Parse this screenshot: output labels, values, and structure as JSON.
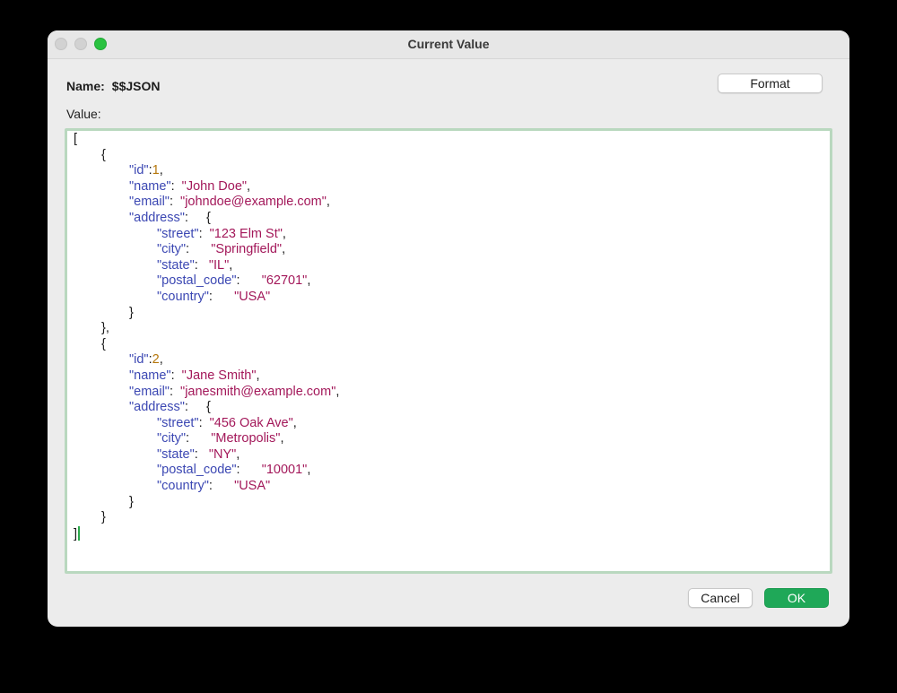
{
  "window": {
    "title": "Current Value"
  },
  "name_field": {
    "label": "Name:",
    "value": "$$JSON"
  },
  "format_label": "Format",
  "value_label": "Value:",
  "editor": {
    "lines": [
      {
        "indent": 0,
        "tokens": [
          {
            "t": "p",
            "v": "["
          }
        ]
      },
      {
        "indent": 1,
        "tokens": [
          {
            "t": "p",
            "v": "{"
          }
        ]
      },
      {
        "indent": 2,
        "tokens": [
          {
            "t": "k",
            "v": "\"id\""
          },
          {
            "t": "p",
            "v": ":"
          },
          {
            "t": "n",
            "v": "1"
          },
          {
            "t": "p",
            "v": ","
          }
        ]
      },
      {
        "indent": 2,
        "tokens": [
          {
            "t": "k",
            "v": "\"name\""
          },
          {
            "t": "p",
            "v": ":  "
          },
          {
            "t": "s",
            "v": "\"John Doe\""
          },
          {
            "t": "p",
            "v": ","
          }
        ]
      },
      {
        "indent": 2,
        "tokens": [
          {
            "t": "k",
            "v": "\"email\""
          },
          {
            "t": "p",
            "v": ":  "
          },
          {
            "t": "s",
            "v": "\"johndoe@example.com\""
          },
          {
            "t": "p",
            "v": ","
          }
        ]
      },
      {
        "indent": 2,
        "tokens": [
          {
            "t": "k",
            "v": "\"address\""
          },
          {
            "t": "p",
            "v": ":     {"
          }
        ]
      },
      {
        "indent": 3,
        "tokens": [
          {
            "t": "k",
            "v": "\"street\""
          },
          {
            "t": "p",
            "v": ":  "
          },
          {
            "t": "s",
            "v": "\"123 Elm St\""
          },
          {
            "t": "p",
            "v": ","
          }
        ]
      },
      {
        "indent": 3,
        "tokens": [
          {
            "t": "k",
            "v": "\"city\""
          },
          {
            "t": "p",
            "v": ":      "
          },
          {
            "t": "s",
            "v": "\"Springfield\""
          },
          {
            "t": "p",
            "v": ","
          }
        ]
      },
      {
        "indent": 3,
        "tokens": [
          {
            "t": "k",
            "v": "\"state\""
          },
          {
            "t": "p",
            "v": ":   "
          },
          {
            "t": "s",
            "v": "\"IL\""
          },
          {
            "t": "p",
            "v": ","
          }
        ]
      },
      {
        "indent": 3,
        "tokens": [
          {
            "t": "k",
            "v": "\"postal_code\""
          },
          {
            "t": "p",
            "v": ":      "
          },
          {
            "t": "s",
            "v": "\"62701\""
          },
          {
            "t": "p",
            "v": ","
          }
        ]
      },
      {
        "indent": 3,
        "tokens": [
          {
            "t": "k",
            "v": "\"country\""
          },
          {
            "t": "p",
            "v": ":      "
          },
          {
            "t": "s",
            "v": "\"USA\""
          }
        ]
      },
      {
        "indent": 2,
        "tokens": [
          {
            "t": "p",
            "v": "}"
          }
        ]
      },
      {
        "indent": 1,
        "tokens": [
          {
            "t": "p",
            "v": "},"
          }
        ]
      },
      {
        "indent": 1,
        "tokens": [
          {
            "t": "p",
            "v": "{"
          }
        ]
      },
      {
        "indent": 2,
        "tokens": [
          {
            "t": "k",
            "v": "\"id\""
          },
          {
            "t": "p",
            "v": ":"
          },
          {
            "t": "n",
            "v": "2"
          },
          {
            "t": "p",
            "v": ","
          }
        ]
      },
      {
        "indent": 2,
        "tokens": [
          {
            "t": "k",
            "v": "\"name\""
          },
          {
            "t": "p",
            "v": ":  "
          },
          {
            "t": "s",
            "v": "\"Jane Smith\""
          },
          {
            "t": "p",
            "v": ","
          }
        ]
      },
      {
        "indent": 2,
        "tokens": [
          {
            "t": "k",
            "v": "\"email\""
          },
          {
            "t": "p",
            "v": ":  "
          },
          {
            "t": "s",
            "v": "\"janesmith@example.com\""
          },
          {
            "t": "p",
            "v": ","
          }
        ]
      },
      {
        "indent": 2,
        "tokens": [
          {
            "t": "k",
            "v": "\"address\""
          },
          {
            "t": "p",
            "v": ":     {"
          }
        ]
      },
      {
        "indent": 3,
        "tokens": [
          {
            "t": "k",
            "v": "\"street\""
          },
          {
            "t": "p",
            "v": ":  "
          },
          {
            "t": "s",
            "v": "\"456 Oak Ave\""
          },
          {
            "t": "p",
            "v": ","
          }
        ]
      },
      {
        "indent": 3,
        "tokens": [
          {
            "t": "k",
            "v": "\"city\""
          },
          {
            "t": "p",
            "v": ":      "
          },
          {
            "t": "s",
            "v": "\"Metropolis\""
          },
          {
            "t": "p",
            "v": ","
          }
        ]
      },
      {
        "indent": 3,
        "tokens": [
          {
            "t": "k",
            "v": "\"state\""
          },
          {
            "t": "p",
            "v": ":   "
          },
          {
            "t": "s",
            "v": "\"NY\""
          },
          {
            "t": "p",
            "v": ","
          }
        ]
      },
      {
        "indent": 3,
        "tokens": [
          {
            "t": "k",
            "v": "\"postal_code\""
          },
          {
            "t": "p",
            "v": ":      "
          },
          {
            "t": "s",
            "v": "\"10001\""
          },
          {
            "t": "p",
            "v": ","
          }
        ]
      },
      {
        "indent": 3,
        "tokens": [
          {
            "t": "k",
            "v": "\"country\""
          },
          {
            "t": "p",
            "v": ":      "
          },
          {
            "t": "s",
            "v": "\"USA\""
          }
        ]
      },
      {
        "indent": 2,
        "tokens": [
          {
            "t": "p",
            "v": "}"
          }
        ]
      },
      {
        "indent": 1,
        "tokens": [
          {
            "t": "p",
            "v": "}"
          }
        ]
      },
      {
        "indent": 0,
        "tokens": [
          {
            "t": "p",
            "v": "]"
          }
        ],
        "caret": true
      }
    ]
  },
  "cancel_label": "Cancel",
  "ok_label": "OK",
  "colors": {
    "accent_green": "#1fa858",
    "zoom_button": "#2ac240",
    "focus_ring": "#b9d8bf",
    "json_key": "#3c48b3",
    "json_string": "#a3185a",
    "json_number": "#b5760a"
  },
  "icons": {
    "close": "close-button-icon",
    "minimize": "minimize-button-icon",
    "zoom": "zoom-button-icon"
  }
}
